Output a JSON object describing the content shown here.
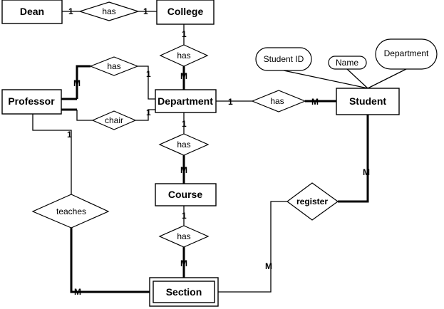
{
  "entities": {
    "dean": "Dean",
    "college": "College",
    "professor": "Professor",
    "department": "Department",
    "student": "Student",
    "course": "Course",
    "section": "Section"
  },
  "relationships": {
    "dean_college": "has",
    "college_department": "has",
    "professor_department_has": "has",
    "professor_department_chair": "chair",
    "department_student": "has",
    "department_course": "has",
    "course_section": "has",
    "professor_section": "teaches",
    "student_section": "register"
  },
  "attributes": {
    "student_id": "Student ID",
    "name": "Name",
    "department": "Department"
  },
  "cardinalities": {
    "dean_side": "1",
    "college_side_dean": "1",
    "college_side_department": "1",
    "department_side_college": "M",
    "professor_side_has": "M",
    "department_side_has": "1",
    "department_side_chair": "1",
    "department_side_student": "1",
    "student_side_department": "M",
    "department_side_course": "1",
    "course_side_department": "M",
    "course_side_section": "1",
    "section_side_course": "M",
    "professor_side_teaches": "1",
    "section_side_teaches": "M",
    "student_side_register": "M",
    "section_side_register": "M"
  }
}
